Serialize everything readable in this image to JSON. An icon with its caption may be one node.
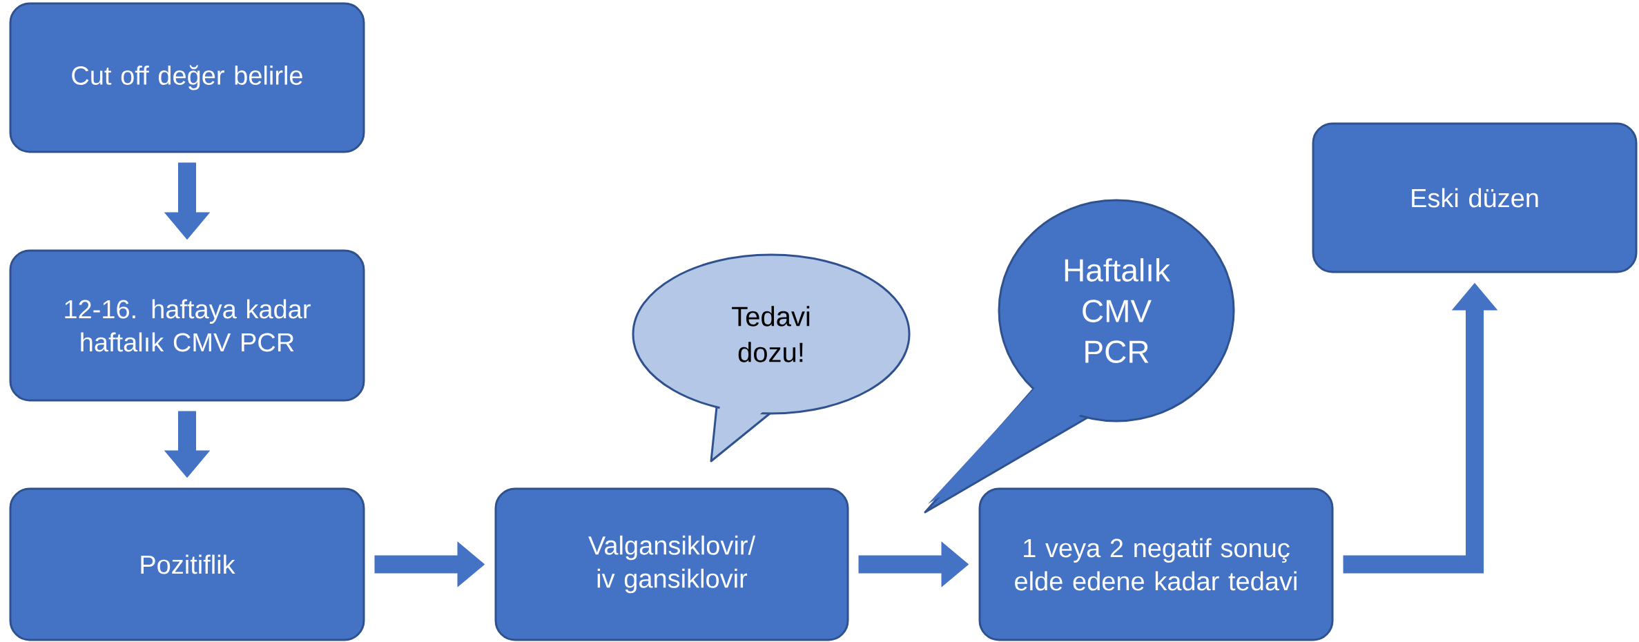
{
  "diagram": {
    "nodes": [
      {
        "text": [
          "Cut off değer belirle"
        ]
      },
      {
        "text": [
          "12-16. haftaya kadar haftalık CMV PCR"
        ]
      },
      {
        "text": [
          "Pozitiflik"
        ]
      },
      {
        "text": [
          "Valgansiklovir/ iv gansiklovir"
        ]
      },
      {
        "text": [
          "1 veya 2 negatif sonuç elde edene kadar tedavi"
        ]
      },
      {
        "text": [
          "Eski düzen"
        ]
      },
      {
        "text": [
          "Tedavi dozu!"
        ]
      },
      {
        "text": [
          "Haftalık CMV PCR"
        ]
      }
    ],
    "edges": [
      {
        "from": 0,
        "to": 1,
        "arrow": "to"
      },
      {
        "from": 1,
        "to": 2,
        "arrow": "to"
      },
      {
        "from": 2,
        "to": 3,
        "arrow": "to"
      },
      {
        "from": 3,
        "to": 4,
        "arrow": "to"
      },
      {
        "from": 4,
        "to": 5,
        "arrow": "to"
      }
    ]
  }
}
